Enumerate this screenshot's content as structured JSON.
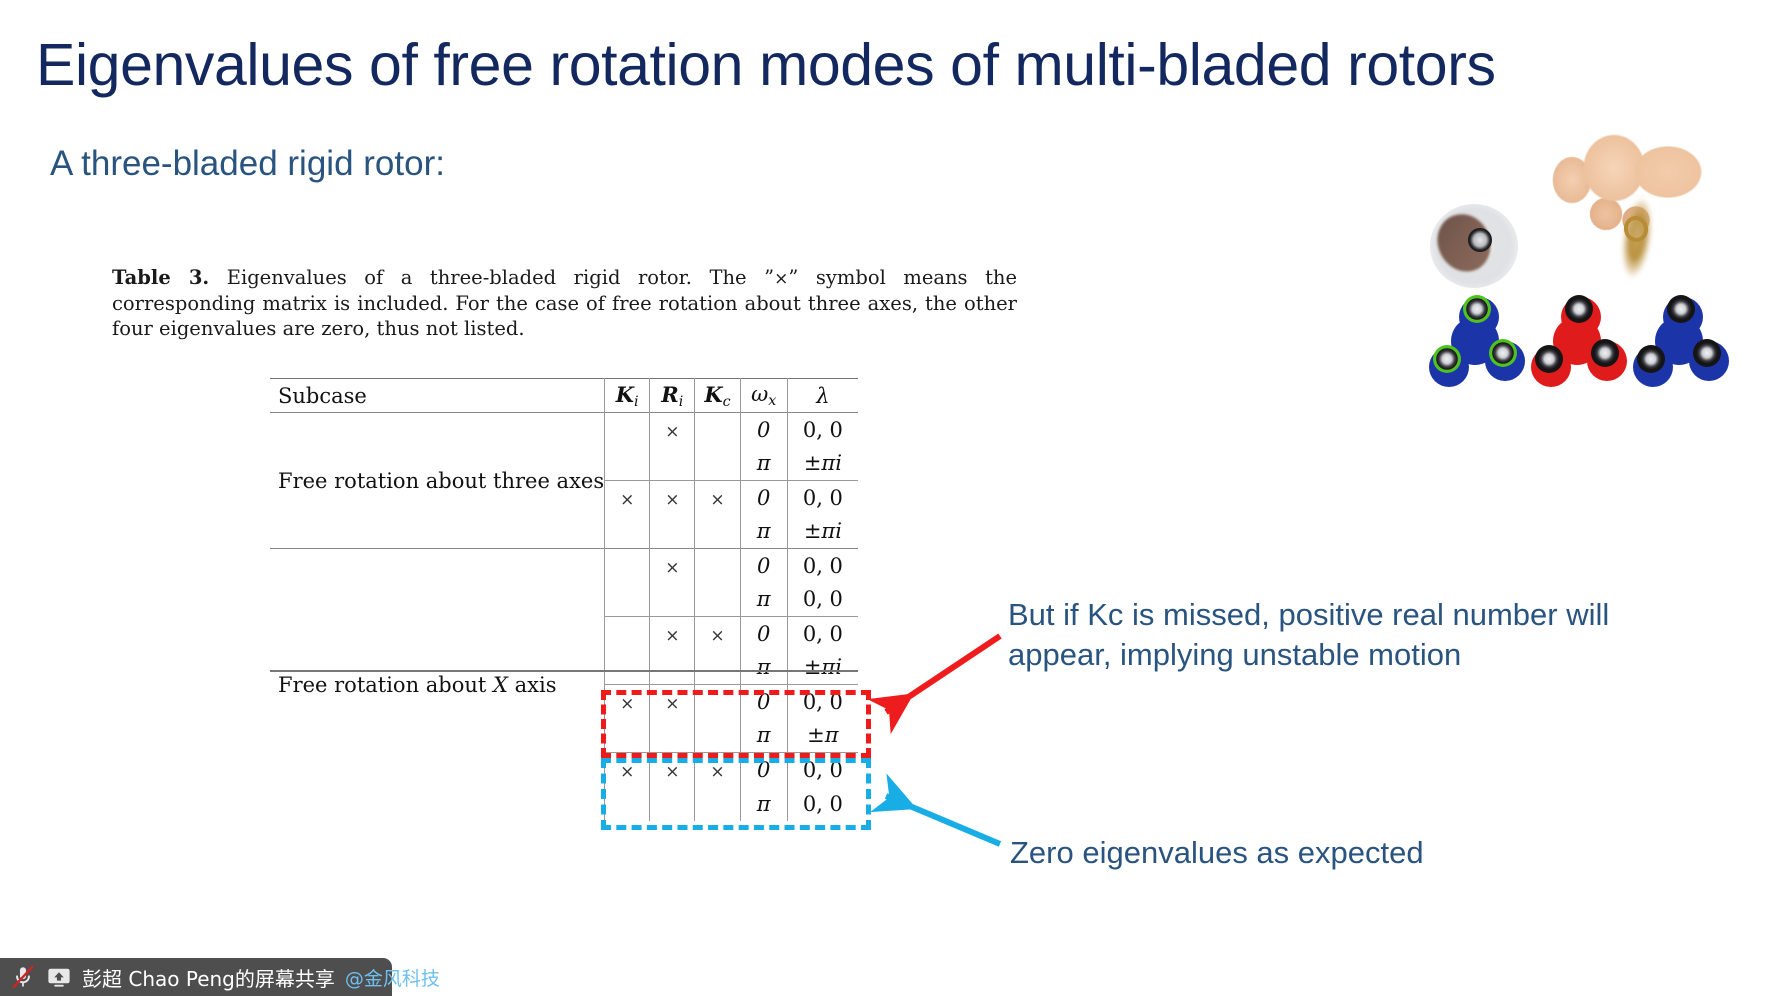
{
  "slide": {
    "title": "Eigenvalues of free rotation modes of multi-bladed rotors",
    "subtitle": "A three-bladed rigid rotor:",
    "title_color": "#12285e",
    "subtitle_color": "#2a5480"
  },
  "caption": {
    "label": "Table 3.",
    "text_1": " Eigenvalues of a three-bladed rigid rotor. The ”",
    "symbol": "×",
    "text_2": "” symbol means the corresponding matrix is included. For the case of free rotation about three axes, the other four eigenvalues are zero, thus not listed."
  },
  "table": {
    "headers": {
      "subcase": "Subcase",
      "ki": "K",
      "ki_sub": "i",
      "ri": "R",
      "ri_sub": "i",
      "kc": "K",
      "kc_sub": "c",
      "omega": "ω",
      "omega_sub": "x",
      "lambda": "λ"
    },
    "mark": "×",
    "groups": [
      {
        "subcase": "Free rotation about three axes",
        "blocks": [
          {
            "ki": "",
            "ri": "×",
            "kc": "",
            "rows": [
              {
                "omega": "0",
                "lambda": "0, 0"
              },
              {
                "omega": "π",
                "lambda": "±πi"
              }
            ]
          },
          {
            "ki": "×",
            "ri": "×",
            "kc": "×",
            "rows": [
              {
                "omega": "0",
                "lambda": "0, 0"
              },
              {
                "omega": "π",
                "lambda": "±πi"
              }
            ]
          }
        ]
      },
      {
        "subcase": "Free rotation about X axis",
        "subcase_pre": "Free rotation about ",
        "subcase_var": "X",
        "subcase_post": " axis",
        "blocks": [
          {
            "ki": "",
            "ri": "×",
            "kc": "",
            "rows": [
              {
                "omega": "0",
                "lambda": "0, 0"
              },
              {
                "omega": "π",
                "lambda": "0, 0"
              }
            ]
          },
          {
            "ki": "",
            "ri": "×",
            "kc": "×",
            "rows": [
              {
                "omega": "0",
                "lambda": "0, 0"
              },
              {
                "omega": "π",
                "lambda": "±πi"
              }
            ]
          },
          {
            "ki": "×",
            "ri": "×",
            "kc": "",
            "highlight": "red",
            "rows": [
              {
                "omega": "0",
                "lambda": "0, 0"
              },
              {
                "omega": "π",
                "lambda": "±π"
              }
            ]
          },
          {
            "ki": "×",
            "ri": "×",
            "kc": "×",
            "highlight": "blue",
            "rows": [
              {
                "omega": "0",
                "lambda": "0, 0"
              },
              {
                "omega": "π",
                "lambda": "0, 0"
              }
            ]
          }
        ]
      }
    ]
  },
  "annotations": [
    {
      "id": "unstable",
      "text": "But if Kc is missed, positive real number will appear, implying unstable motion",
      "arrow_color": "#ee1c1c",
      "box_color": "#ef1b1b"
    },
    {
      "id": "zero",
      "text": "Zero eigenvalues as expected",
      "arrow_color": "#18aee5",
      "box_color": "#18aee5"
    }
  ],
  "taskbar": {
    "mic_icon": "microphone-muted-icon",
    "share_icon": "screen-share-icon",
    "share_label": "彭超 Chao Peng的屏幕共享",
    "org_label": "@金风科技",
    "background": "#4e4e4e"
  },
  "artwork": {
    "caption_name": "fidget-spinner-photo",
    "spinners": [
      {
        "name": "spinner-blue-green",
        "body": "#1b34a8",
        "accent": "#4fc220"
      },
      {
        "name": "spinner-red-black",
        "body": "#e01b1b",
        "accent": "#151515"
      },
      {
        "name": "spinner-blue-black",
        "body": "#1b34a8",
        "accent": "#151515"
      }
    ]
  }
}
